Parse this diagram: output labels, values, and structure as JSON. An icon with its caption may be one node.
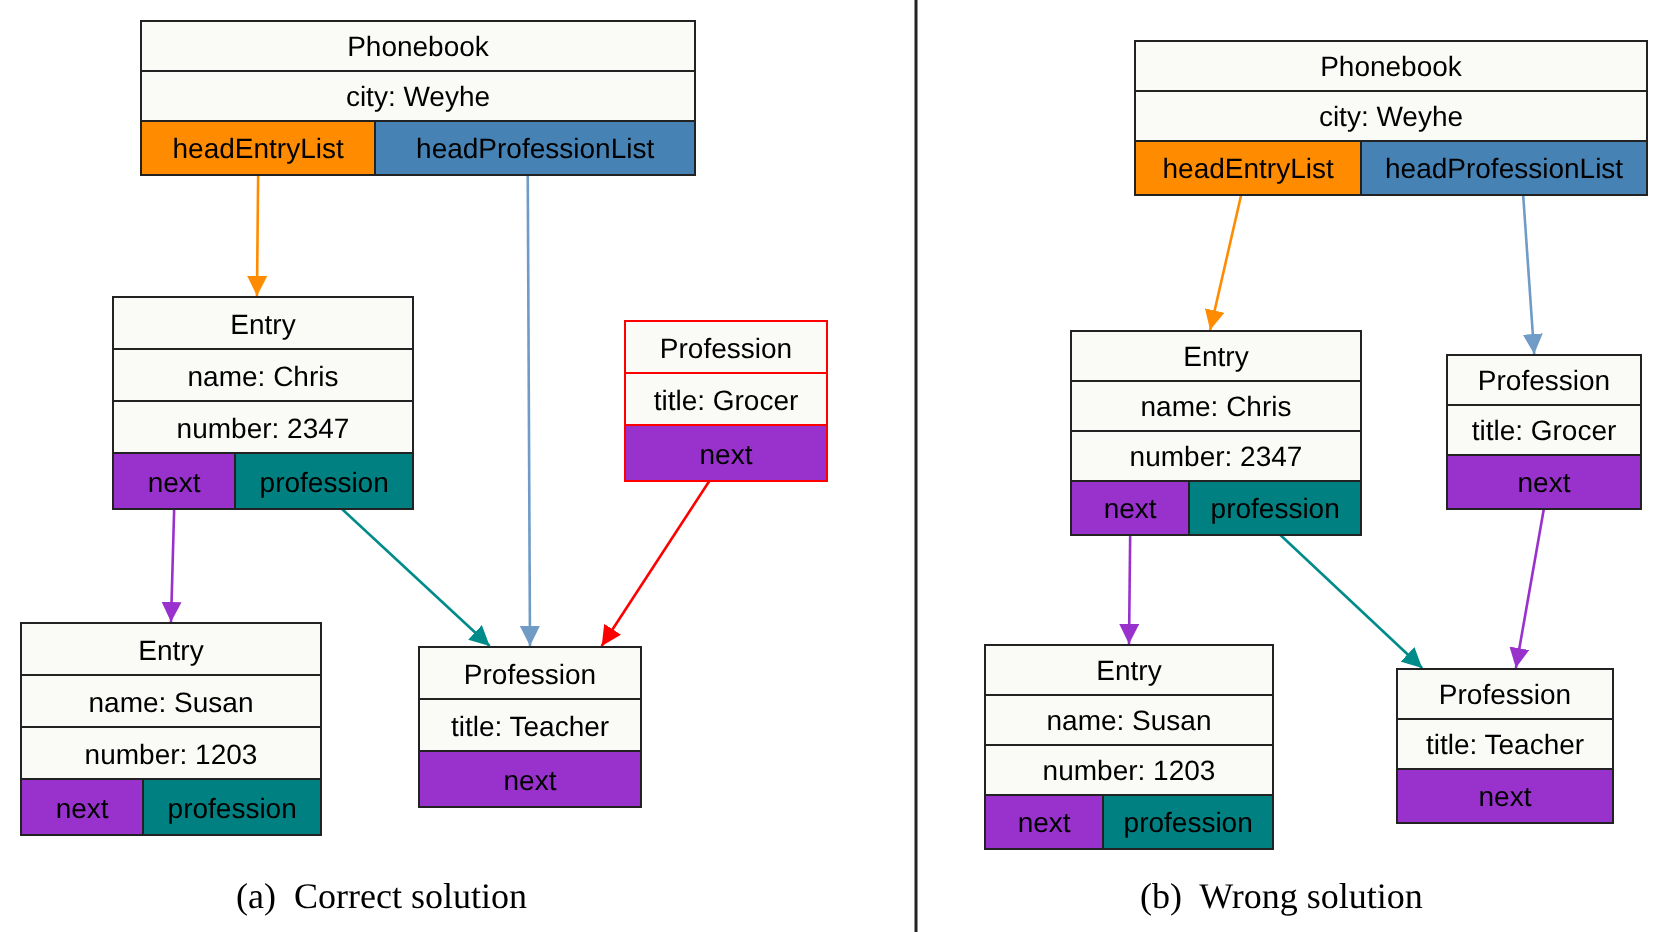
{
  "diagram": {
    "nodes": [
      {
        "text": [
          "Phonebook",
          "city: Weyhe"
        ]
      },
      {
        "text": [
          "headEntryList"
        ],
        "in": 0
      },
      {
        "text": [
          "headProfessionList"
        ],
        "in": 0
      },
      {
        "text": [
          "Entry",
          "name: Chris",
          "number: 2347"
        ]
      },
      {
        "text": [
          "next"
        ],
        "in": 3
      },
      {
        "text": [
          "profession"
        ],
        "in": 3
      },
      {
        "text": [
          "Profession",
          "title: Grocer"
        ]
      },
      {
        "text": [
          "next"
        ],
        "in": 6
      },
      {
        "text": [
          "Entry",
          "name: Susan",
          "number: 1203"
        ]
      },
      {
        "text": [
          "next"
        ],
        "in": 8
      },
      {
        "text": [
          "profession"
        ],
        "in": 8
      },
      {
        "text": [
          "Profession",
          "title: Teacher"
        ]
      },
      {
        "text": [
          "next"
        ],
        "in": 11
      },
      {
        "text": [
          "Phonebook",
          "city: Weyhe"
        ]
      },
      {
        "text": [
          "headEntryList"
        ],
        "in": 13
      },
      {
        "text": [
          "headProfessionList"
        ],
        "in": 13
      },
      {
        "text": [
          "Entry",
          "name: Chris",
          "number: 2347"
        ]
      },
      {
        "text": [
          "next"
        ],
        "in": 16
      },
      {
        "text": [
          "profession"
        ],
        "in": 16
      },
      {
        "text": [
          "Profession",
          "title: Grocer"
        ]
      },
      {
        "text": [
          "next"
        ],
        "in": 19
      },
      {
        "text": [
          "Entry",
          "name: Susan",
          "number: 1203"
        ]
      },
      {
        "text": [
          "next"
        ],
        "in": 21
      },
      {
        "text": [
          "profession"
        ],
        "in": 21
      },
      {
        "text": [
          "Profession",
          "title: Teacher"
        ]
      },
      {
        "text": [
          "next"
        ],
        "in": 24
      }
    ],
    "edges": [
      {
        "from": 1,
        "to": 3,
        "arrow": "to",
        "color": "#ff8c00"
      },
      {
        "from": 2,
        "to": 11,
        "arrow": "to",
        "color": "#6f9bc6"
      },
      {
        "from": 4,
        "to": 8,
        "arrow": "to",
        "color": "#9932cc"
      },
      {
        "from": 5,
        "to": 11,
        "arrow": "to",
        "color": "#008b8b"
      },
      {
        "from": 7,
        "to": 11,
        "arrow": "to",
        "color": "#ff0000"
      },
      {
        "from": 14,
        "to": 16,
        "arrow": "to",
        "color": "#ff8c00"
      },
      {
        "from": 15,
        "to": 19,
        "arrow": "to",
        "color": "#6f9bc6"
      },
      {
        "from": 17,
        "to": 21,
        "arrow": "to",
        "color": "#9932cc"
      },
      {
        "from": 18,
        "to": 24,
        "arrow": "to",
        "color": "#008b8b"
      },
      {
        "from": 20,
        "to": 24,
        "arrow": "to",
        "color": "#9932cc"
      }
    ],
    "labels": [
      "(a)  Correct solution",
      "(b)  Wrong solution"
    ]
  }
}
